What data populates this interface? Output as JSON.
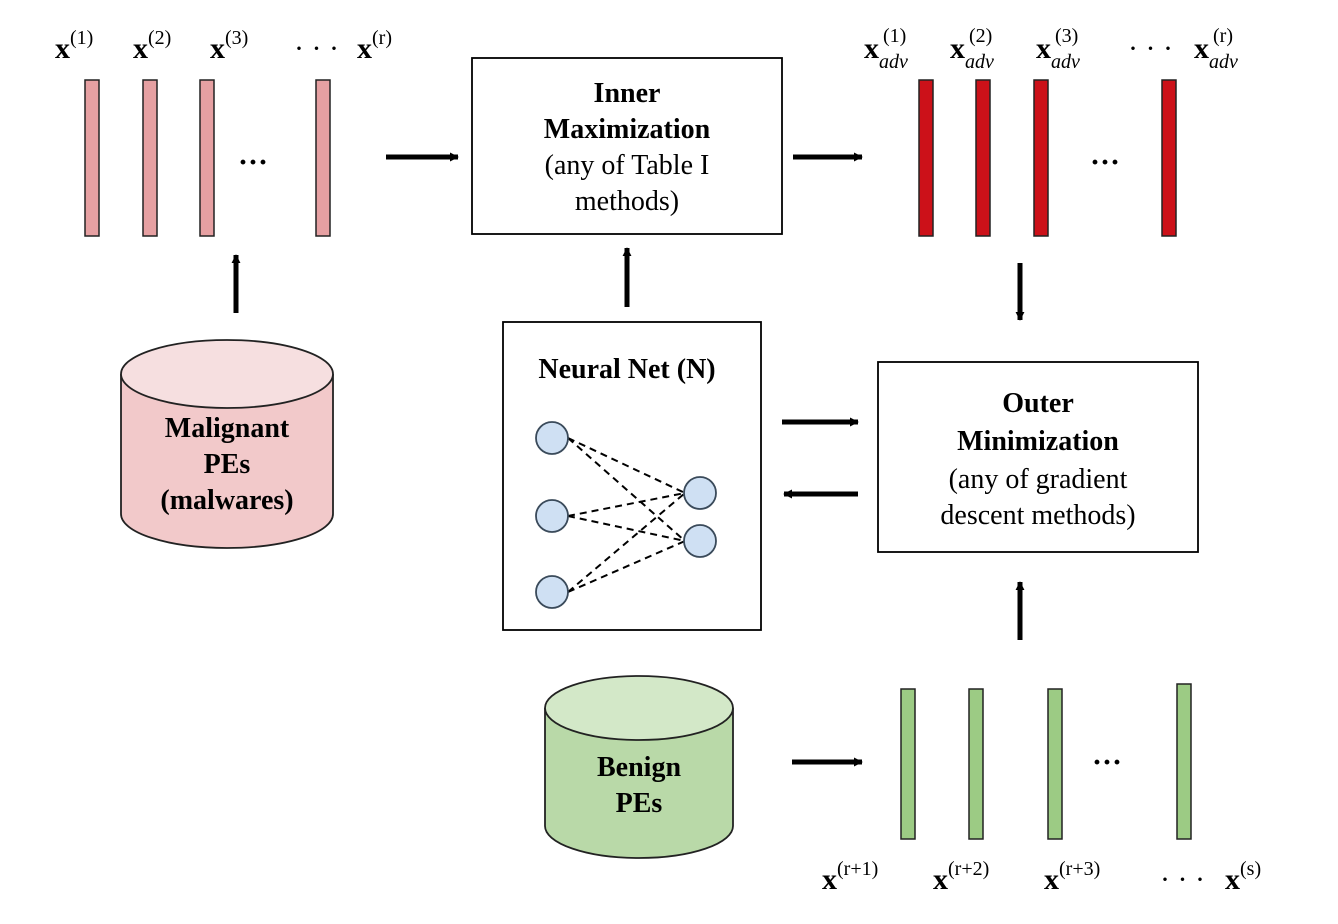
{
  "colors": {
    "malignant_vector": "#e6a0a2",
    "adversarial_vector": "#cc1119",
    "benign_vector": "#9ccb84",
    "malignant_db_fill": "#f2c9ca",
    "malignant_db_top": "#f6dfe0",
    "benign_db_fill": "#b9d9a8",
    "benign_db_top": "#d3e8c8",
    "neuron_fill": "#cfe0f3",
    "neuron_stroke": "#3a4a5a"
  },
  "malignant_vectors": {
    "labels": [
      {
        "base": "x",
        "sup": "(1)"
      },
      {
        "base": "x",
        "sup": "(2)"
      },
      {
        "base": "x",
        "sup": "(3)"
      },
      {
        "base": "x",
        "sup": "(r)"
      }
    ],
    "label_dots": "· · ·",
    "bar_dots": "···"
  },
  "adversarial_vectors": {
    "labels": [
      {
        "base": "x",
        "sub": "adv",
        "sup": "(1)"
      },
      {
        "base": "x",
        "sub": "adv",
        "sup": "(2)"
      },
      {
        "base": "x",
        "sub": "adv",
        "sup": "(3)"
      },
      {
        "base": "x",
        "sub": "adv",
        "sup": "(r)"
      }
    ],
    "label_dots": "· · ·",
    "bar_dots": "···"
  },
  "benign_vectors": {
    "labels": [
      {
        "base": "x",
        "sup": "(r+1)"
      },
      {
        "base": "x",
        "sup": "(r+2)"
      },
      {
        "base": "x",
        "sup": "(r+3)"
      },
      {
        "base": "x",
        "sup": "(s)"
      }
    ],
    "label_dots": "· · ·",
    "bar_dots": "···"
  },
  "inner_max": {
    "title_line1": "Inner",
    "title_line2": "Maximization",
    "desc_line1": "(any of Table I",
    "desc_line2": "methods)"
  },
  "outer_min": {
    "title_line1": "Outer",
    "title_line2": "Minimization",
    "desc_line1": "(any of gradient",
    "desc_line2": "descent methods)"
  },
  "neural_net": {
    "title": "Neural Net (N)"
  },
  "malignant_db": {
    "line1": "Malignant",
    "line2": "PEs",
    "line3": "(malwares)"
  },
  "benign_db": {
    "line1": "Benign",
    "line2": "PEs"
  }
}
